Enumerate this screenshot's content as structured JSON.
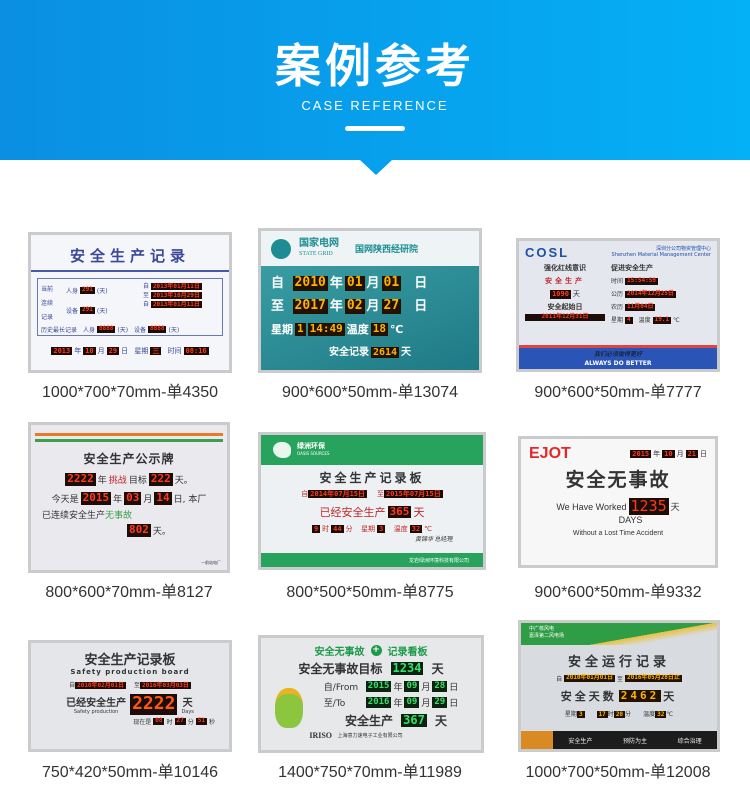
{
  "header": {
    "title": "案例参考",
    "subtitle": "CASE REFERENCE"
  },
  "cases": [
    {
      "caption": "1000*700*70mm-单4350",
      "board": {
        "title": "安全生产记录",
        "side": [
          "当前",
          "连续",
          "记录"
        ],
        "person": "人身",
        "equip": "设备",
        "days": "291",
        "unit": "(天)",
        "from": "自",
        "to": "至",
        "d1": "2013年01月11日",
        "d2": "2013年10月29日",
        "history": "历史最长记录",
        "max": "8888",
        "date": "2013",
        "m": "10",
        "d": "29",
        "week_label": "星期",
        "week": "三",
        "time_label": "时间",
        "time": "08:16",
        "y": "年",
        "mo": "月",
        "dy": "日"
      }
    },
    {
      "caption": "900*600*50mm-单13074",
      "board": {
        "logo_cn": "国家电网",
        "logo_en": "STATE GRID",
        "org": "国网陕西经研院",
        "from": "自",
        "to": "至",
        "y1": "2010",
        "m1": "01",
        "d1": "01",
        "y2": "2017",
        "m2": "02",
        "d2": "27",
        "y": "年",
        "mo": "月",
        "dy": "日",
        "week_label": "星期",
        "week": "1",
        "time": "14:49",
        "temp_label": "温度",
        "temp": "18",
        "temp_unit": "℃",
        "record_label": "安全记录",
        "record": "2614",
        "day": "天"
      }
    },
    {
      "caption": "900*600*50mm-单7777",
      "board": {
        "logo": "COSL",
        "org": "深圳分公司物资管理中心",
        "org_en": "Shenzhen Material Management Center",
        "slogan1": "强化红线意识",
        "slogan2": "促进安全生产",
        "safe": "安全生产",
        "days": "1090",
        "day": "天",
        "start_label": "安全起始日",
        "start": "2011年12月31日",
        "time_label": "时间",
        "time": "15:54:59",
        "solar_label": "公历",
        "solar": "2014年12月25日",
        "lunar_label": "农历",
        "lunar": "11月04日",
        "week_label": "星期",
        "week": "4",
        "temp_label": "温度",
        "temp": "19.1",
        "temp_unit": "℃",
        "motto": "我们必须做得更好",
        "motto_en": "ALWAYS DO BETTER"
      }
    },
    {
      "caption": "800*600*70mm-单8127",
      "board": {
        "title": "安全生产公示牌",
        "goal_year": "2222",
        "goal_text1": "年",
        "goal_text2": "挑战",
        "goal_text3": "目标",
        "goal_days": "222",
        "day_end": "天。",
        "today": "今天是",
        "year": "2015",
        "y": "年",
        "month": "03",
        "mo": "月",
        "date": "14",
        "dy_text": "日, 本厂",
        "cont": "已连续安全生产",
        "no_acc": "无事故",
        "days": "802",
        "footer": "一前站电厂"
      }
    },
    {
      "caption": "800*500*50mm-单8775",
      "board": {
        "logo_cn": "绿洲环保",
        "logo_en": "OASIS SOURCES",
        "title": "安全生产记录板",
        "from": "自",
        "d_from": "2014年07月15日",
        "to": "至",
        "d_to": "2015年07月15日",
        "safe": "已经安全生产",
        "days": "365",
        "day": "天",
        "hour": "9",
        "h": "时",
        "min": "44",
        "mi": "分",
        "week_label": "星期",
        "week": "3",
        "temp_label": "温度",
        "temp": "32",
        "temp_unit": "℃",
        "sign": "黄锦华",
        "sign_title": "总经理",
        "company": "龙岩绿洲环境科技有限公司"
      }
    },
    {
      "caption": "900*600*50mm-单9332",
      "board": {
        "logo": "EJOT",
        "year": "2015",
        "y": "年",
        "month": "10",
        "mo": "月",
        "date": "21",
        "dy": "日",
        "title": "安全无事故",
        "worked": "We Have Worked",
        "days": "1235",
        "day": "天",
        "days_en": "DAYS",
        "without": "Without a Lost Time Accident"
      }
    },
    {
      "caption": "750*420*50mm-单10146",
      "board": {
        "title": "安全生产记录板",
        "title_en": "Safety production board",
        "from": "自",
        "d_from": "2010年02月01日",
        "to": "至",
        "d_to": "2016年03月03日",
        "safe": "已经安全生产",
        "safe_en": "Safety production",
        "days": "2222",
        "day": "天",
        "day_en": "Days",
        "now": "现在是",
        "hour": "08",
        "h": "时",
        "min": "27",
        "mi": "分",
        "sec": "51",
        "s": "秒"
      }
    },
    {
      "caption": "1400*750*70mm-单11989",
      "board": {
        "top1": "安全无事故",
        "top2": "记录看板",
        "goal_label": "安全无事故目标",
        "goal": "1234",
        "day": "天",
        "from": "自/From",
        "to": "至/To",
        "y1": "2015",
        "m1": "09",
        "d1": "28",
        "y2": "2016",
        "m2": "09",
        "d2": "29",
        "y": "年",
        "mo": "月",
        "dy": "日",
        "safe": "安全生产",
        "days": "367",
        "brand": "IRISO",
        "company": "上海意力速电子工业有限公司"
      }
    },
    {
      "caption": "1000*700*50mm-单12008",
      "board": {
        "logo": "中广核风电",
        "site": "嘉泽第二风电场",
        "title": "安全运行记录",
        "from": "自",
        "d_from": "2010年01月01日",
        "to": "至",
        "d_to": "2016年05月28日止",
        "days_label": "安全天数",
        "days": "2462",
        "day": "天",
        "week_label": "星期",
        "week": "3",
        "hour": "17",
        "h": "时",
        "min": "20",
        "mi": "分",
        "temp_label": "温度",
        "temp": "32",
        "temp_unit": "℃",
        "foot1": "安全生产",
        "foot2": "预防为主",
        "foot3": "综合治理"
      }
    }
  ]
}
